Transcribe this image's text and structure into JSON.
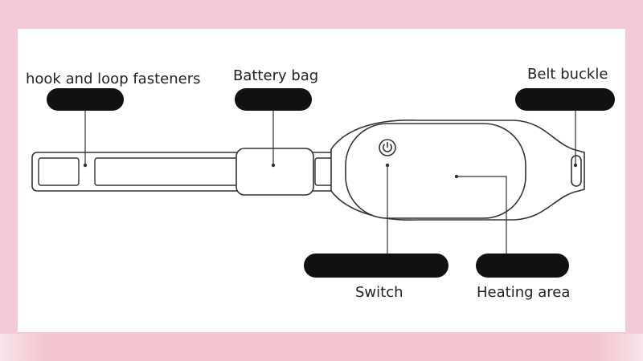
{
  "labels": {
    "hook_loop": "hook and loop fasteners",
    "battery_bag": "Battery bag",
    "belt_buckle": "Belt buckle",
    "switch": "Switch",
    "heating_area": "Heating area"
  },
  "colors": {
    "background_pink": "#f3cad5",
    "panel": "#ffffff",
    "label_pill": "#111111",
    "outline": "#333333"
  },
  "icons": {
    "power": "power-icon"
  }
}
